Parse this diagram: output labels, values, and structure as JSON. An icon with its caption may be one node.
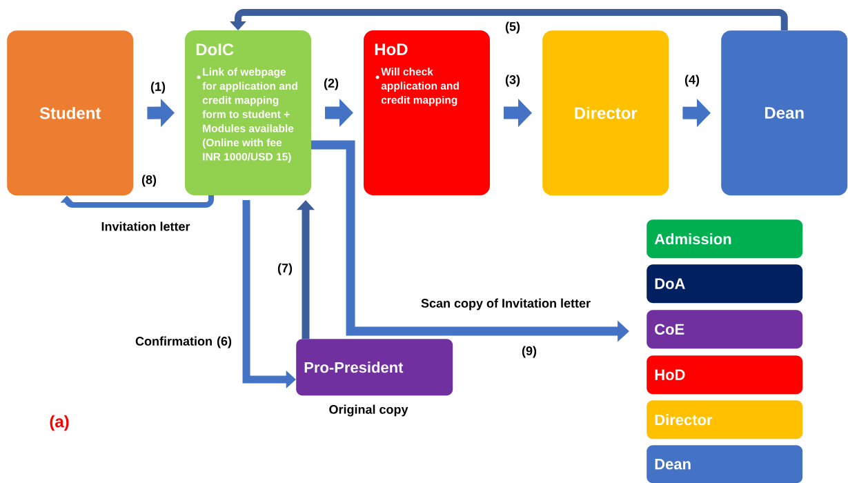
{
  "diagram": {
    "nodes": [
      {
        "text": [
          "Student"
        ]
      },
      {
        "text": [
          "DoIC",
          "Link of webpage for application and credit mapping form to student + Modules available (Online with fee INR 1000/USD 15)"
        ]
      },
      {
        "text": [
          "HoD",
          "Will check application and credit mapping"
        ]
      },
      {
        "text": [
          "Director"
        ]
      },
      {
        "text": [
          "Dean"
        ]
      },
      {
        "text": [
          "Pro-President"
        ],
        "beside": [
          "Original copy"
        ]
      },
      {
        "text": [
          "Admission"
        ]
      },
      {
        "text": [
          "DoA"
        ]
      },
      {
        "text": [
          "CoE"
        ]
      },
      {
        "text": [
          "HoD"
        ]
      },
      {
        "text": [
          "Director"
        ]
      },
      {
        "text": [
          "Dean"
        ]
      }
    ],
    "edges": [
      {
        "from": 0,
        "to": 1,
        "arrow": "to",
        "label": "(1)"
      },
      {
        "from": 1,
        "to": 2,
        "arrow": "to",
        "label": "(2)"
      },
      {
        "from": 2,
        "to": 3,
        "arrow": "to",
        "label": "(3)"
      },
      {
        "from": 3,
        "to": 4,
        "arrow": "to",
        "label": "(4)"
      },
      {
        "from": 4,
        "to": 1,
        "arrow": "to",
        "label": "(5)",
        "color": "#3d5e9c"
      },
      {
        "from": 1,
        "to": 5,
        "arrow": "to",
        "label": "Confirmation (6)"
      },
      {
        "from": 5,
        "to": 1,
        "arrow": "to",
        "label": "(7)",
        "color": "#3d5e9c"
      },
      {
        "from": 1,
        "to": 0,
        "arrow": "to",
        "label": "(8)"
      },
      {
        "from": 1,
        "to": 8,
        "arrow": "to",
        "label": "(9)"
      }
    ],
    "labels": [
      "Invitation letter",
      "Scan copy of Invitation letter",
      "(a)"
    ]
  }
}
